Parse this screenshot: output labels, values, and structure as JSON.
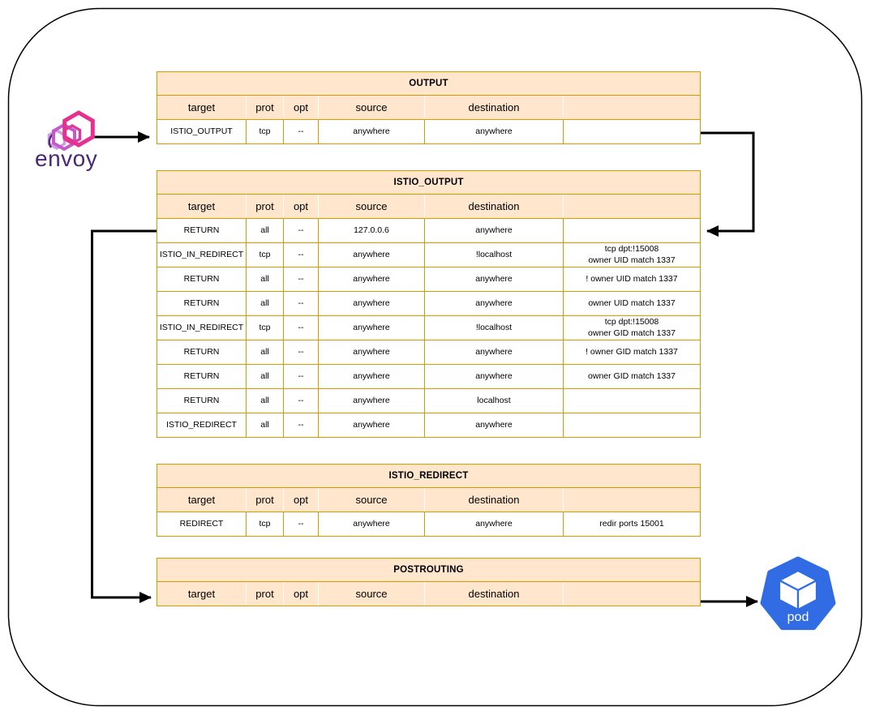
{
  "nodes": {
    "envoy": {
      "label": "envoy",
      "brand_color": "#E6308F",
      "text_color": "#4A2878"
    },
    "pod": {
      "label": "pod",
      "color": "#326CE5"
    }
  },
  "style": {
    "table_fill": "#FFE6CC",
    "table_stroke": "#D79B00",
    "arrow_color": "#000000",
    "boundary_color": "#000000"
  },
  "tables": {
    "output": {
      "title": "OUTPUT",
      "headers": [
        "target",
        "prot",
        "opt",
        "source",
        "destination",
        ""
      ],
      "rows": [
        [
          "ISTIO_OUTPUT",
          "tcp",
          "--",
          "anywhere",
          "anywhere",
          ""
        ]
      ]
    },
    "istio_output": {
      "title": "ISTIO_OUTPUT",
      "headers": [
        "target",
        "prot",
        "opt",
        "source",
        "destination",
        ""
      ],
      "rows": [
        [
          "RETURN",
          "all",
          "--",
          "127.0.0.6",
          "anywhere",
          ""
        ],
        [
          "ISTIO_IN_REDIRECT",
          "tcp",
          "--",
          "anywhere",
          "!localhost",
          "tcp dpt:!15008\nowner UID match 1337"
        ],
        [
          "RETURN",
          "all",
          "--",
          "anywhere",
          "anywhere",
          "! owner UID match 1337"
        ],
        [
          "RETURN",
          "all",
          "--",
          "anywhere",
          "anywhere",
          "owner UID match 1337"
        ],
        [
          "ISTIO_IN_REDIRECT",
          "tcp",
          "--",
          "anywhere",
          "!localhost",
          "tcp dpt:!15008\nowner GID match 1337"
        ],
        [
          "RETURN",
          "all",
          "--",
          "anywhere",
          "anywhere",
          "! owner GID match 1337"
        ],
        [
          "RETURN",
          "all",
          "--",
          "anywhere",
          "anywhere",
          "owner GID match 1337"
        ],
        [
          "RETURN",
          "all",
          "--",
          "anywhere",
          "localhost",
          ""
        ],
        [
          "ISTIO_REDIRECT",
          "all",
          "--",
          "anywhere",
          "anywhere",
          ""
        ]
      ]
    },
    "istio_redirect": {
      "title": "ISTIO_REDIRECT",
      "headers": [
        "target",
        "prot",
        "opt",
        "source",
        "destination",
        ""
      ],
      "rows": [
        [
          "REDIRECT",
          "tcp",
          "--",
          "anywhere",
          "anywhere",
          "redir ports 15001"
        ]
      ]
    },
    "postrouting": {
      "title": "POSTROUTING",
      "headers": [
        "target",
        "prot",
        "opt",
        "source",
        "destination",
        ""
      ],
      "rows": []
    }
  }
}
